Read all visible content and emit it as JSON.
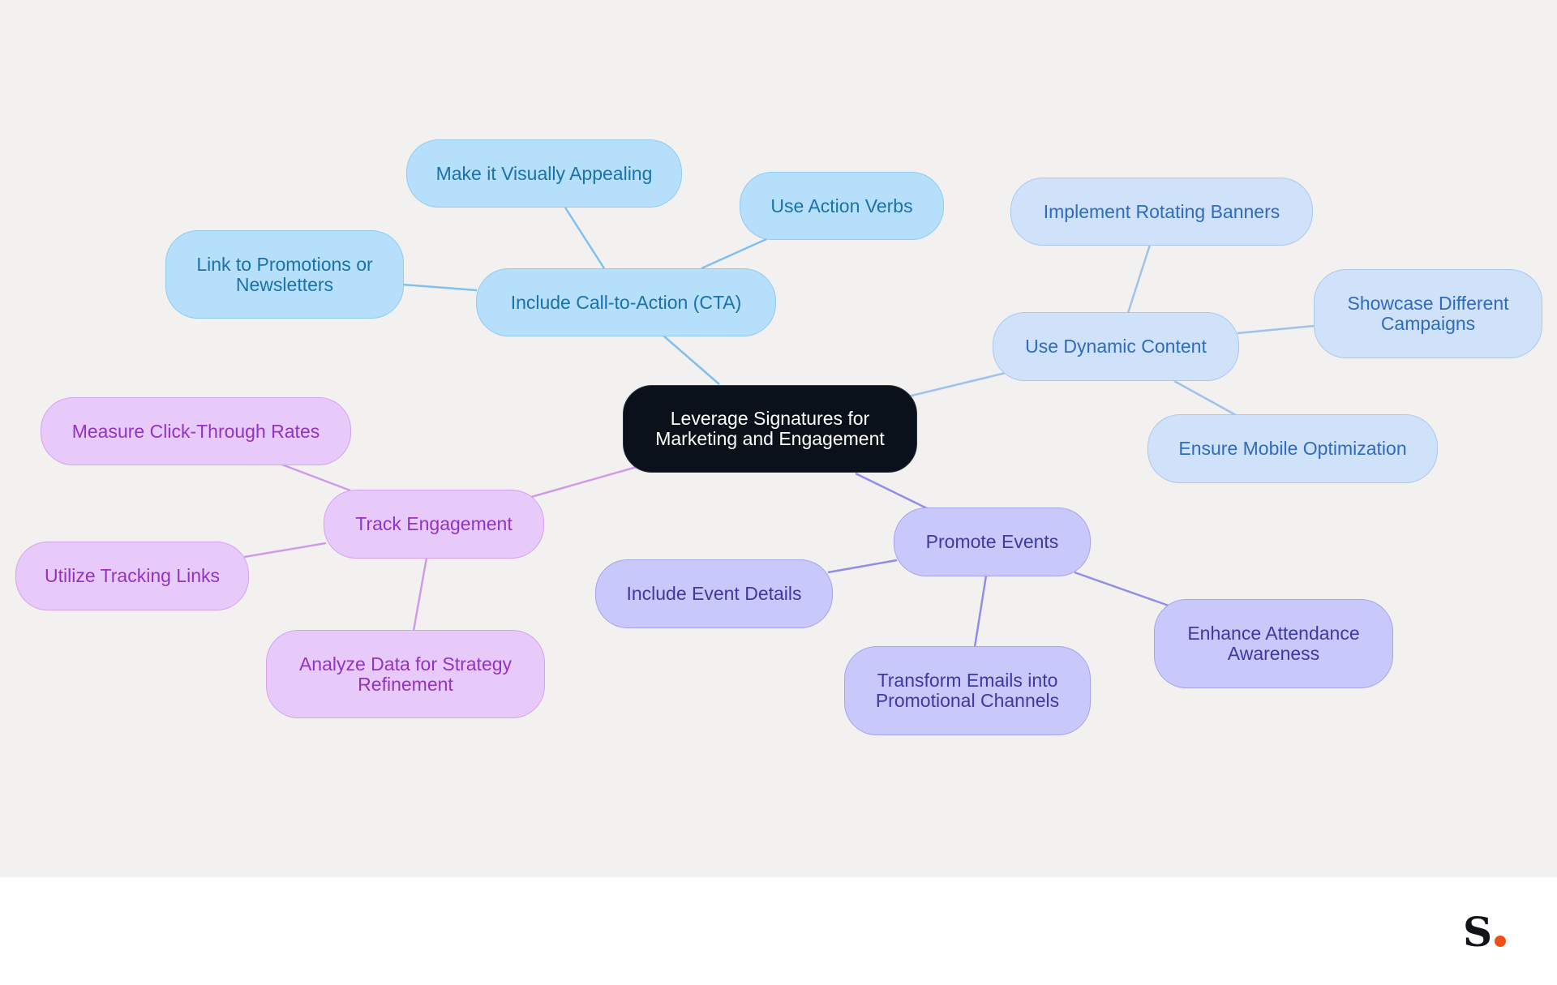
{
  "diagram": {
    "root": {
      "label_line1": "Leverage Signatures for",
      "label_line2": "Marketing and Engagement"
    },
    "branches": {
      "cta": {
        "label": "Include Call-to-Action (CTA)",
        "children": {
          "visual": "Make it Visually Appealing",
          "verbs": "Use Action Verbs",
          "promos_line1": "Link to Promotions or",
          "promos_line2": "Newsletters"
        }
      },
      "dynamic": {
        "label": "Use Dynamic Content",
        "children": {
          "banners": "Implement Rotating Banners",
          "campaigns_line1": "Showcase Different",
          "campaigns_line2": "Campaigns",
          "mobile": "Ensure Mobile Optimization"
        }
      },
      "events": {
        "label": "Promote Events",
        "children": {
          "details": "Include Event Details",
          "transform_line1": "Transform Emails into",
          "transform_line2": "Promotional Channels",
          "attendance_line1": "Enhance Attendance",
          "attendance_line2": "Awareness"
        }
      },
      "tracking": {
        "label": "Track Engagement",
        "children": {
          "ctr": "Measure Click-Through Rates",
          "links": "Utilize Tracking Links",
          "analyze_line1": "Analyze Data for Strategy",
          "analyze_line2": "Refinement"
        }
      }
    },
    "colors": {
      "background": "#f3f1f0",
      "root_fill": "#0b111a",
      "cta_fill": "#b5dffb",
      "dynamic_fill": "#cfe2fa",
      "events_fill": "#c9c8fb",
      "tracking_fill": "#e8cafa"
    }
  },
  "brand": {
    "logo_letter": "S",
    "logo_dot_color": "#f04e16"
  }
}
